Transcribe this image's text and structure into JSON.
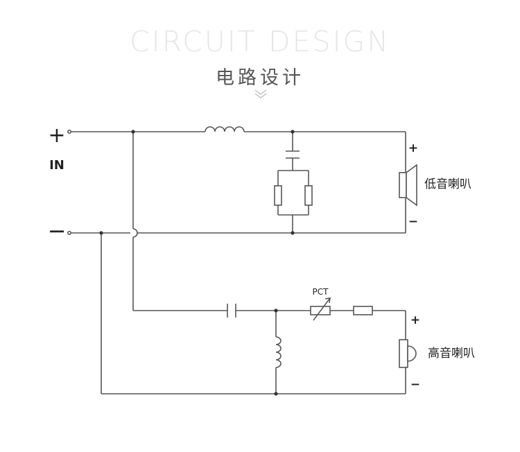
{
  "header": {
    "title_en": "CIRCUIT DESIGN",
    "title_zh": "电路设计",
    "accent_color": "#e6e6e6",
    "title_color": "#555555"
  },
  "diagram": {
    "input": {
      "plus": "+",
      "label": "IN",
      "minus": "−"
    },
    "woofer": {
      "label": "低音喇叭",
      "plus": "+",
      "minus": "−",
      "icon": "woofer-speaker-icon"
    },
    "tweeter": {
      "label": "高音喇叭",
      "plus": "+",
      "minus": "−",
      "icon": "tweeter-speaker-icon"
    },
    "ptc_label": "PCT",
    "wire_color": "#555555"
  }
}
